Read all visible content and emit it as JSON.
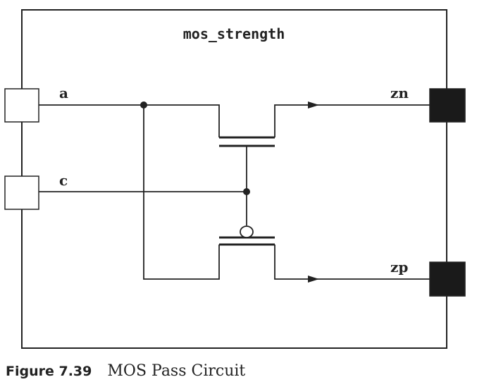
{
  "module": {
    "name": "mos_strength"
  },
  "ports": {
    "inputs": [
      {
        "label": "a"
      },
      {
        "label": "c"
      }
    ],
    "outputs": [
      {
        "label": "zn"
      },
      {
        "label": "zp"
      }
    ]
  },
  "caption": {
    "label": "Figure 7.39",
    "title": "MOS Pass Circuit"
  },
  "colors": {
    "line": "#222222",
    "input_port_fill": "#ffffff",
    "output_port_fill": "#1a1a1a"
  }
}
